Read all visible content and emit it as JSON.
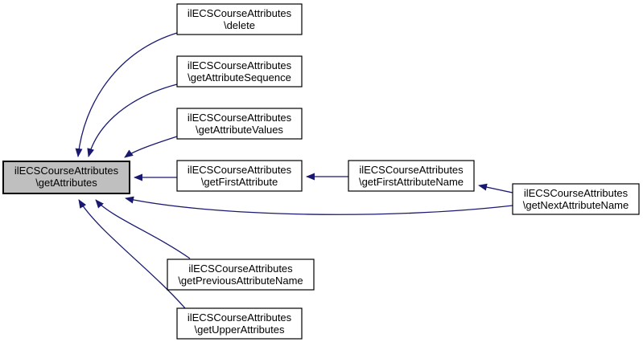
{
  "diagram": {
    "type": "doxygen-caller-graph",
    "background_color": "#ffffff",
    "edge_color": "#191970",
    "node_border_color": "#000000",
    "node_fill": "#ffffff",
    "selected_node_fill": "#bfbfbf",
    "text_color": "#000000",
    "nodes": {
      "get_attributes": {
        "line1": "ilECSCourseAttributes",
        "line2": "\\getAttributes",
        "selected": true
      },
      "delete": {
        "line1": "ilECSCourseAttributes",
        "line2": "\\delete",
        "selected": false
      },
      "get_attribute_sequence": {
        "line1": "ilECSCourseAttributes",
        "line2": "\\getAttributeSequence",
        "selected": false
      },
      "get_attribute_values": {
        "line1": "ilECSCourseAttributes",
        "line2": "\\getAttributeValues",
        "selected": false
      },
      "get_first_attribute": {
        "line1": "ilECSCourseAttributes",
        "line2": "\\getFirstAttribute",
        "selected": false
      },
      "get_first_attribute_name": {
        "line1": "ilECSCourseAttributes",
        "line2": "\\getFirstAttributeName",
        "selected": false
      },
      "get_next_attribute_name": {
        "line1": "ilECSCourseAttributes",
        "line2": "\\getNextAttributeName",
        "selected": false
      },
      "get_previous_attribute_name": {
        "line1": "ilECSCourseAttributes",
        "line2": "\\getPreviousAttributeName",
        "selected": false
      },
      "get_upper_attributes": {
        "line1": "ilECSCourseAttributes",
        "line2": "\\getUpperAttributes",
        "selected": false
      }
    },
    "edges": [
      {
        "from": "delete",
        "to": "get_attributes"
      },
      {
        "from": "get_attribute_sequence",
        "to": "get_attributes"
      },
      {
        "from": "get_attribute_values",
        "to": "get_attributes"
      },
      {
        "from": "get_first_attribute",
        "to": "get_attributes"
      },
      {
        "from": "get_first_attribute_name",
        "to": "get_first_attribute"
      },
      {
        "from": "get_next_attribute_name",
        "to": "get_first_attribute_name"
      },
      {
        "from": "get_next_attribute_name",
        "to": "get_attributes"
      },
      {
        "from": "get_previous_attribute_name",
        "to": "get_attributes"
      },
      {
        "from": "get_upper_attributes",
        "to": "get_attributes"
      }
    ]
  }
}
